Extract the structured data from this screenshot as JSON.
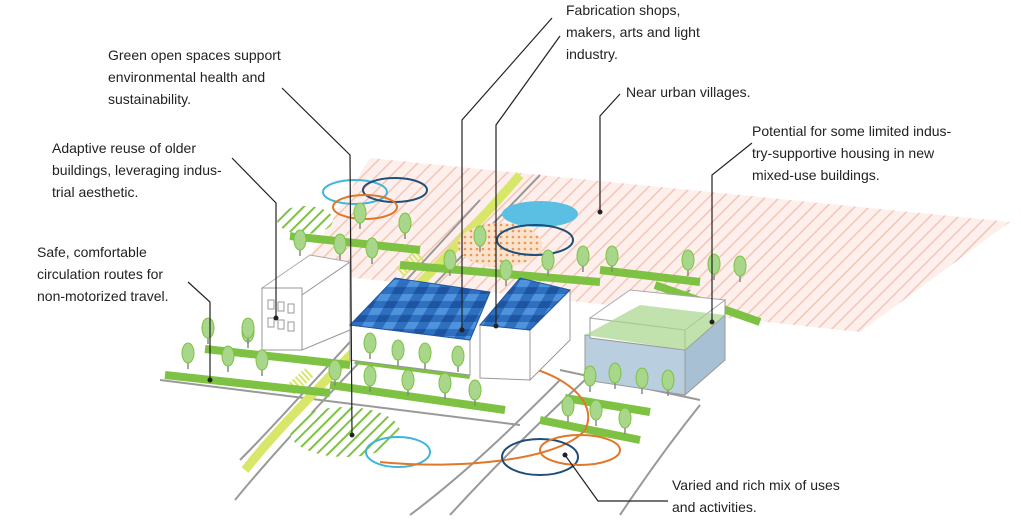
{
  "labels": {
    "green_open_spaces": [
      "Green open spaces support",
      "environmental health and",
      "sustainability."
    ],
    "fabrication": [
      "Fabrication shops,",
      "makers, arts and light",
      "industry."
    ],
    "near_urban_villages": [
      "Near urban villages."
    ],
    "housing": [
      "Potential for some limited indus-",
      "try-supportive housing in new",
      "mixed-use buildings."
    ],
    "adaptive_reuse": [
      "Adaptive reuse of older",
      "buildings, leveraging indus-",
      "trial aesthetic."
    ],
    "circulation": [
      "Safe, comfortable",
      "circulation routes for",
      "non-motorized travel."
    ],
    "mixed_uses": [
      "Varied and rich mix of uses",
      "and activities."
    ]
  },
  "colors": {
    "green": "#7dc242",
    "blue_roof": "#2f6fc0",
    "teal": "#3fb6d8",
    "navy": "#1f4e79",
    "orange": "#e0772a",
    "pink_hatch": "#f4c5b8",
    "yellow_path": "#d8e66a",
    "building_blue": "#b9cfe0"
  }
}
